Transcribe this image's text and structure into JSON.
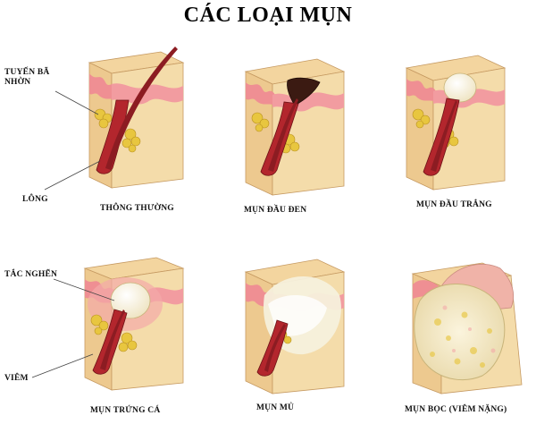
{
  "title": "CÁC LOẠI MỤN",
  "side_labels": {
    "sebaceous_gland_line1": "TUYẾN BÃ",
    "sebaceous_gland_line2": "NHỜN",
    "hair": "LÔNG",
    "clogged": "TẮC NGHẼN",
    "inflammation": "VIÊM"
  },
  "panels": [
    {
      "caption": "THÔNG THƯỜNG",
      "icon": "normal-skin-icon"
    },
    {
      "caption": "MỤN ĐẦU ĐEN",
      "icon": "blackhead-icon"
    },
    {
      "caption": "MỤN ĐẦU TRẮNG",
      "icon": "whitehead-icon"
    },
    {
      "caption": "MỤN TRỨNG CÁ",
      "icon": "papule-icon"
    },
    {
      "caption": "MỤN MỦ",
      "icon": "pustule-icon"
    },
    {
      "caption": "MỤN BỌC (VIÊM NẶNG)",
      "icon": "cyst-icon"
    }
  ],
  "colors": {
    "skin_face": "#f2d7a2",
    "skin_side": "#e3b980",
    "dermis_pink": "#ef8f93",
    "follicle_red": "#b3262d",
    "gland_yellow": "#e8c63f",
    "sebum_white": "#f6f0dc",
    "blackhead": "#3b1a12"
  }
}
